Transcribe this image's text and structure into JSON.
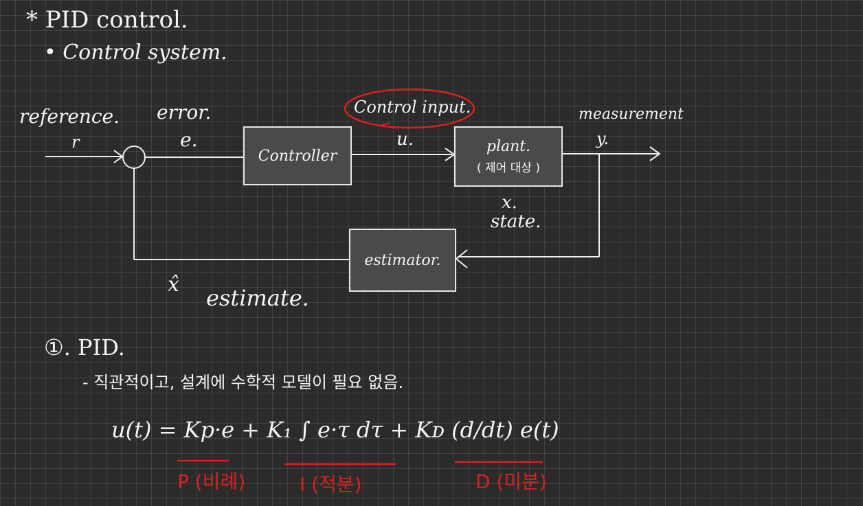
{
  "title": "* PID control.",
  "subtitle": "• Control system.",
  "diagram": {
    "reference_label": "reference.",
    "reference_symbol": "r",
    "error_label": "error.",
    "error_symbol": "e.",
    "control_input_label": "Control input.",
    "control_input_symbol": "u.",
    "measurement_label": "measurement",
    "measurement_symbol": "y.",
    "controller": "Controller",
    "plant": "plant.",
    "plant_note": "( 제어 대상 )",
    "state_symbol": "x.",
    "state_label": "state.",
    "estimator": "estimator.",
    "estimate_symbol": "x̂",
    "estimate_label": "estimate."
  },
  "pid": {
    "heading": "①. PID.",
    "note": "- 직관적이고, 설계에 수학적 모델이 필요 없음.",
    "equation": "u(t) = Kp·e  +  K₁ ∫ e·τ dτ  +  Kᴅ (d/dt) e(t)",
    "p_label": "P (비례)",
    "i_label": "I (적분)",
    "d_label": "D (미분)"
  },
  "colors": {
    "background": "#2b2b2b",
    "ink": "#f4f4f4",
    "highlight": "#d8211f",
    "block_fill": "#4a4a4a"
  }
}
